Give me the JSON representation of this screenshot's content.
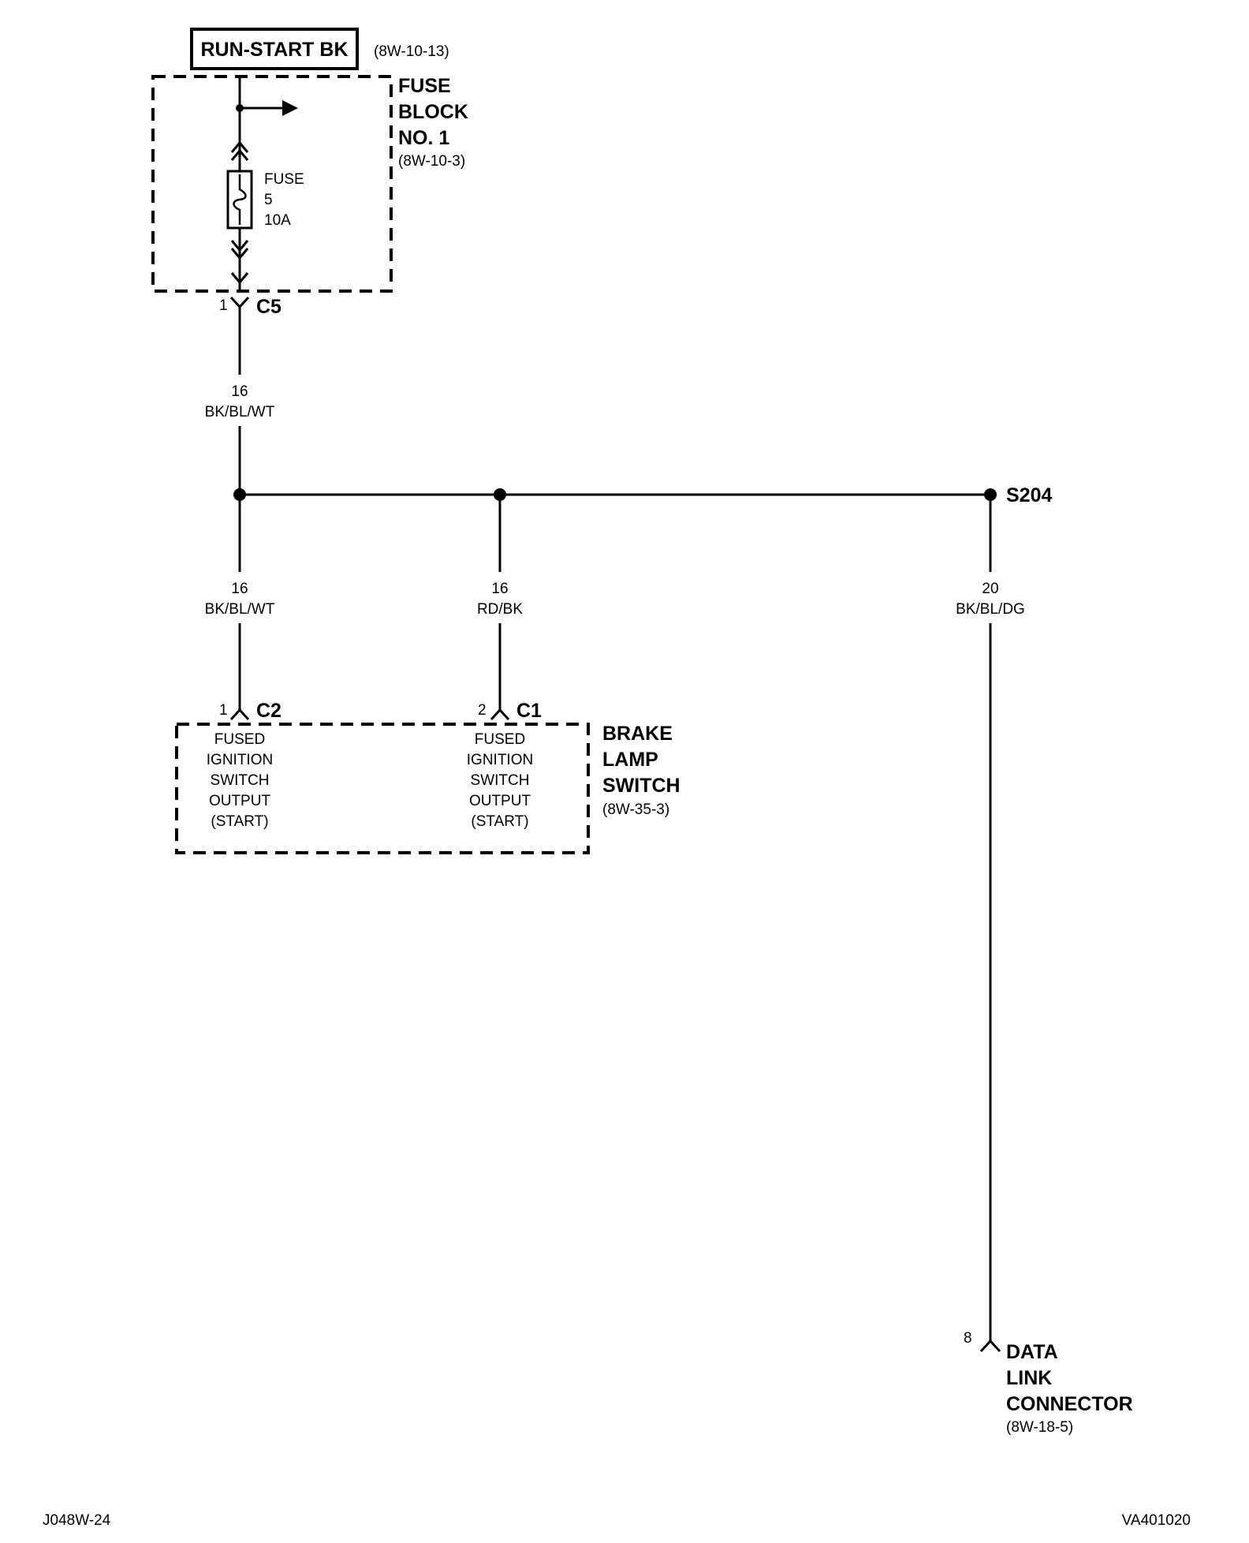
{
  "power_source": {
    "label": "RUN-START BK",
    "ref": "(8W-10-13)"
  },
  "fuse_block": {
    "title_lines": [
      "FUSE",
      "BLOCK",
      "NO. 1"
    ],
    "ref": "(8W-10-3)",
    "fuse_lines": [
      "FUSE",
      "5",
      "10A"
    ]
  },
  "connectors": {
    "c5": {
      "pin": "1",
      "name": "C5"
    },
    "c2": {
      "pin": "1",
      "name": "C2"
    },
    "c1": {
      "pin": "2",
      "name": "C1"
    },
    "dlc": {
      "pin": "8"
    }
  },
  "wires": {
    "main": {
      "gauge": "16",
      "color": "BK/BL/WT"
    },
    "left": {
      "gauge": "16",
      "color": "BK/BL/WT"
    },
    "middle": {
      "gauge": "16",
      "color": "RD/BK"
    },
    "right": {
      "gauge": "20",
      "color": "BK/BL/DG"
    }
  },
  "splice": {
    "name": "S204"
  },
  "brake_lamp_switch": {
    "title_lines": [
      "BRAKE",
      "LAMP",
      "SWITCH"
    ],
    "ref": "(8W-35-3)",
    "pin_left_lines": [
      "FUSED",
      "IGNITION",
      "SWITCH",
      "OUTPUT",
      "(START)"
    ],
    "pin_right_lines": [
      "FUSED",
      "IGNITION",
      "SWITCH",
      "OUTPUT",
      "(START)"
    ]
  },
  "data_link_connector": {
    "title_lines": [
      "DATA",
      "LINK",
      "CONNECTOR"
    ],
    "ref": "(8W-18-5)"
  },
  "footer": {
    "left": "J048W-24",
    "right": "VA401020"
  }
}
